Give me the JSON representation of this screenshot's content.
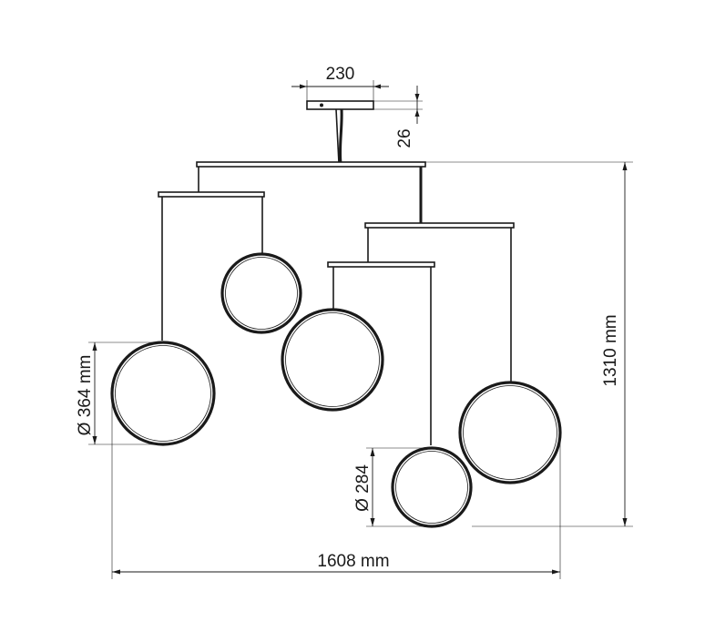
{
  "dimensions": {
    "canopy_width": "230",
    "canopy_height": "26",
    "total_height": "1310 mm",
    "total_width": "1608 mm",
    "large_ring_diameter": "Ø 364 mm",
    "small_ring_diameter": "Ø 284"
  }
}
